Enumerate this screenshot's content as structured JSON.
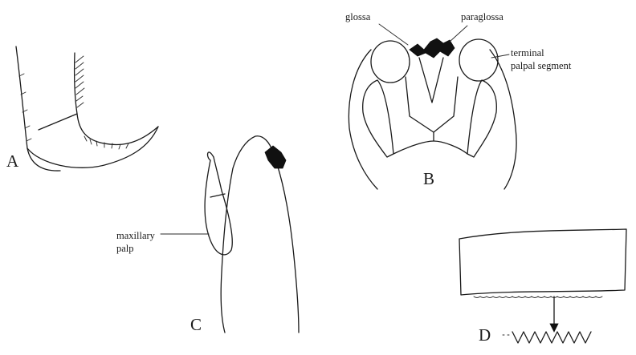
{
  "figure": {
    "panels": {
      "a": {
        "letter": "A"
      },
      "b": {
        "letter": "B"
      },
      "c": {
        "letter": "C"
      },
      "d": {
        "letter": "D"
      }
    },
    "labels": {
      "glossa": "glossa",
      "paraglossa": "paraglossa",
      "terminal_palpal_segment_line1": "terminal",
      "terminal_palpal_segment_line2": "palpal segment",
      "maxillary_palp_line1": "maxillary",
      "maxillary_palp_line2": "palp"
    },
    "colors": {
      "ink": "#1a1a1a",
      "background": "#ffffff"
    }
  }
}
